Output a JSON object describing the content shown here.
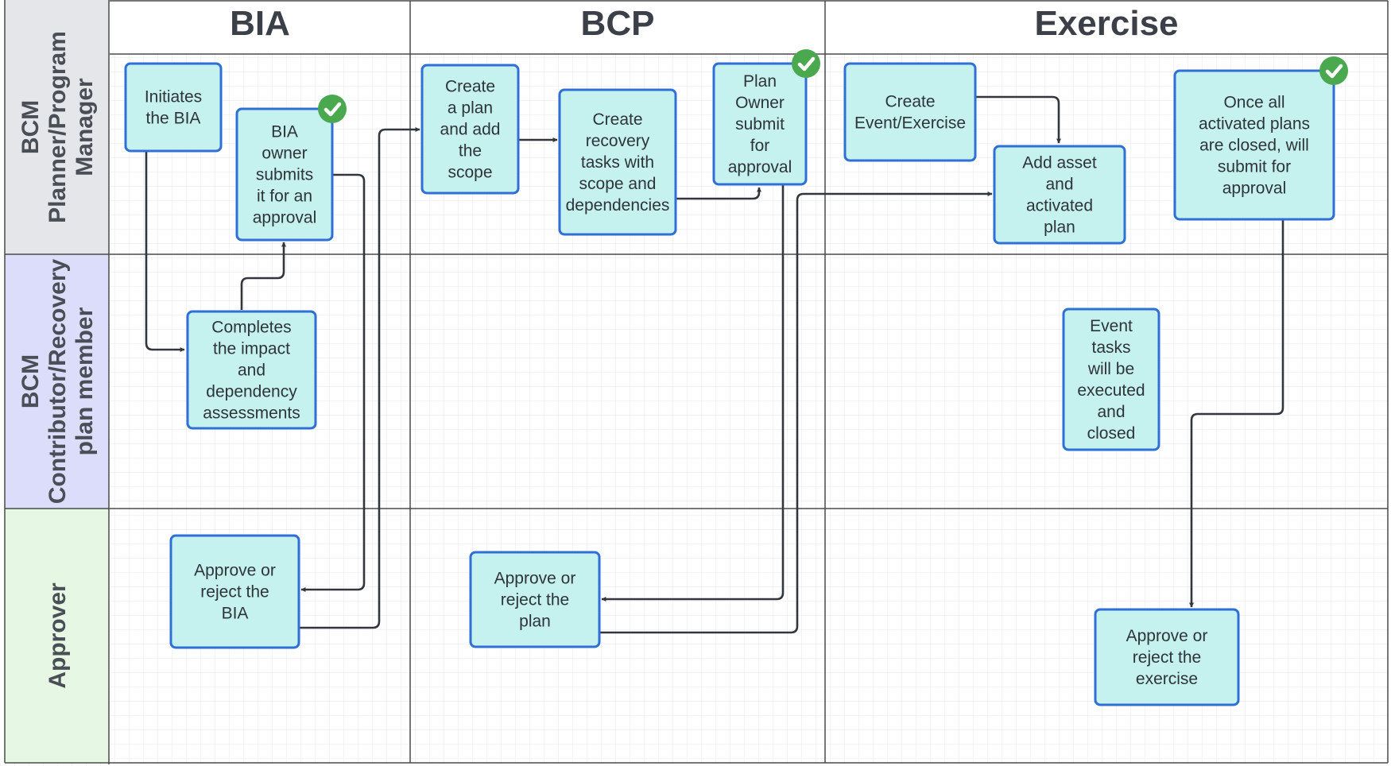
{
  "columns": [
    {
      "id": "bia",
      "title": "BIA"
    },
    {
      "id": "bcp",
      "title": "BCP"
    },
    {
      "id": "exercise",
      "title": "Exercise"
    }
  ],
  "lanes": [
    {
      "id": "planner",
      "lines": [
        "BCM",
        "Planner/Program",
        "Manager"
      ],
      "color": "#e4e6e9"
    },
    {
      "id": "contributor",
      "lines": [
        "BCM",
        "Contributor/Recovery",
        "plan member"
      ],
      "color": "#dcdcfb"
    },
    {
      "id": "approver",
      "lines": [
        "Approver"
      ],
      "color": "#e6f8e4"
    }
  ],
  "nodes": [
    {
      "id": "initiates-bia",
      "lines": [
        "Initiates",
        "the BIA"
      ]
    },
    {
      "id": "bia-owner-submits",
      "lines": [
        "BIA",
        "owner",
        "submits",
        "it for an",
        "approval"
      ],
      "approved": true
    },
    {
      "id": "completes-assessments",
      "lines": [
        "Completes",
        "the impact",
        "and",
        "dependency",
        "assessments"
      ]
    },
    {
      "id": "approve-bia",
      "lines": [
        "Approve or",
        "reject the",
        "BIA"
      ]
    },
    {
      "id": "create-plan",
      "lines": [
        "Create",
        "a plan",
        "and add",
        "the",
        "scope"
      ]
    },
    {
      "id": "create-recovery-tasks",
      "lines": [
        "Create",
        "recovery",
        "tasks with",
        "scope and",
        "dependencies"
      ]
    },
    {
      "id": "plan-owner-submit",
      "lines": [
        "Plan",
        "Owner",
        "submit",
        "for",
        "approval"
      ],
      "approved": true
    },
    {
      "id": "approve-plan",
      "lines": [
        "Approve or",
        "reject the",
        "plan"
      ]
    },
    {
      "id": "create-event",
      "lines": [
        "Create",
        "Event/Exercise"
      ]
    },
    {
      "id": "add-asset",
      "lines": [
        "Add asset",
        "and",
        "activated",
        "plan"
      ]
    },
    {
      "id": "once-closed-submit",
      "lines": [
        "Once all",
        "activated plans",
        "are closed, will",
        "submit for",
        "approval"
      ],
      "approved": true
    },
    {
      "id": "event-tasks",
      "lines": [
        "Event",
        "tasks",
        "will be",
        "executed",
        "and",
        "closed"
      ]
    },
    {
      "id": "approve-exercise",
      "lines": [
        "Approve or",
        "reject the",
        "exercise"
      ]
    }
  ],
  "edges": [
    {
      "from": "initiates-bia",
      "to": "completes-assessments"
    },
    {
      "from": "completes-assessments",
      "to": "bia-owner-submits"
    },
    {
      "from": "bia-owner-submits",
      "to": "approve-bia"
    },
    {
      "from": "approve-bia",
      "to": "create-plan"
    },
    {
      "from": "create-plan",
      "to": "create-recovery-tasks"
    },
    {
      "from": "create-recovery-tasks",
      "to": "plan-owner-submit"
    },
    {
      "from": "plan-owner-submit",
      "to": "approve-plan"
    },
    {
      "from": "approve-plan",
      "to": "add-asset"
    },
    {
      "from": "create-event",
      "to": "add-asset"
    },
    {
      "from": "once-closed-submit",
      "to": "approve-exercise"
    }
  ],
  "colors": {
    "box_fill": "#c5f1ef",
    "box_stroke": "#2f6fd6",
    "connector": "#33373d",
    "check": "#4aa84f",
    "grid": "#e7eaee",
    "divider": "#4a4a4a"
  }
}
